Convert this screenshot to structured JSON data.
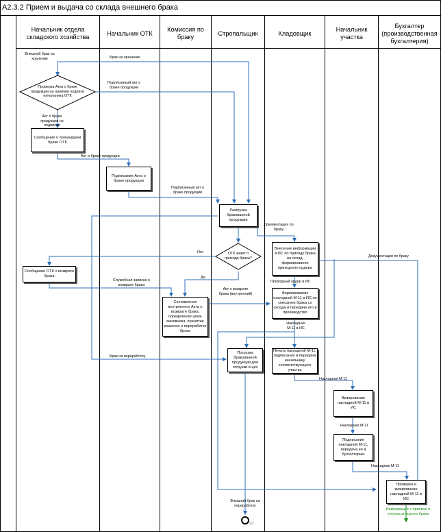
{
  "title": "А2.3.2 Прием и выдача со склада внешнего брака",
  "lanes": [
    {
      "label": "Начальник отдела складского хозяйства"
    },
    {
      "label": "Начальник ОТК"
    },
    {
      "label": "Комиссия по браку"
    },
    {
      "label": "Стропальщик"
    },
    {
      "label": "Кладовщик"
    },
    {
      "label": "Начальник участка"
    },
    {
      "label": "Бухгалтер (производственная бухгалтерия)"
    }
  ],
  "decisions": {
    "check_act": "Проверка Акта о браке продукции на наличие подписи начальника ОТК",
    "otk_knows": "ОТК знает о приходе брака?"
  },
  "tasks": {
    "msg_otk_defect": "Сообщение о пришедшем браке ОТК",
    "sign_act": "Подписание Акта о браке продукции",
    "unload": "Разгрузка бракованной продукции",
    "enter_is": "Внесение информации в ИС по приходу брака на склад, формирование приходного ордера",
    "msg_otk_return": "Сообщение ОТК о возврате брака",
    "compose_act": "Составление внутреннего Акта о возврате брака, определение цеха-виновника, принятие решения о переработке брака",
    "form_m11": "Формирование накладной М-11 в ИС по списанию брака со склада и передаче его в производство",
    "load": "Погрузка бракованной продукции для отгрузки в цех",
    "print_m11": "Печать накладной М-11, подписание и передача начальнику соответствующего участка",
    "visa_m11": "Визирование накладной М-11 в ИС",
    "sign_m11": "Подписание накладной М-11, передача ее в бухгалтерию",
    "check_visa": "Проверка и визирование накладной М-11 в ИС"
  },
  "labels": {
    "ext_defect_storage": "Внешний брак на хранение",
    "defect_storage": "Брак на хранение",
    "signed_act_1": "Подписанный акт о браке продукции",
    "act_not_signed": "Акт о браке продукции не подписан",
    "act_defect": "Акт о браке продукции",
    "signed_act_2": "Подписанный акт о браке продукции",
    "docs_1": "Документация по браку",
    "no": "Нет",
    "yes": "Да",
    "docs_2": "Документация по браку",
    "memo": "Служебная записка о возврате брака",
    "receipt_order": "Приходный ордер в ИС",
    "act_return": "Акт о возврате брака (внутренний)",
    "m11_is": "Накладная М-11 в ИС",
    "defect_processing": "Брак на переработку",
    "m11_a": "Накладная М-11",
    "m11_b": "Накладная М-11",
    "m11_c": "Накладная М-11",
    "ext_defect_processing": "Внешний брак на переработку",
    "info_out": "Информация о приемке и отпуске внешнего брака",
    "end_num": "93"
  }
}
